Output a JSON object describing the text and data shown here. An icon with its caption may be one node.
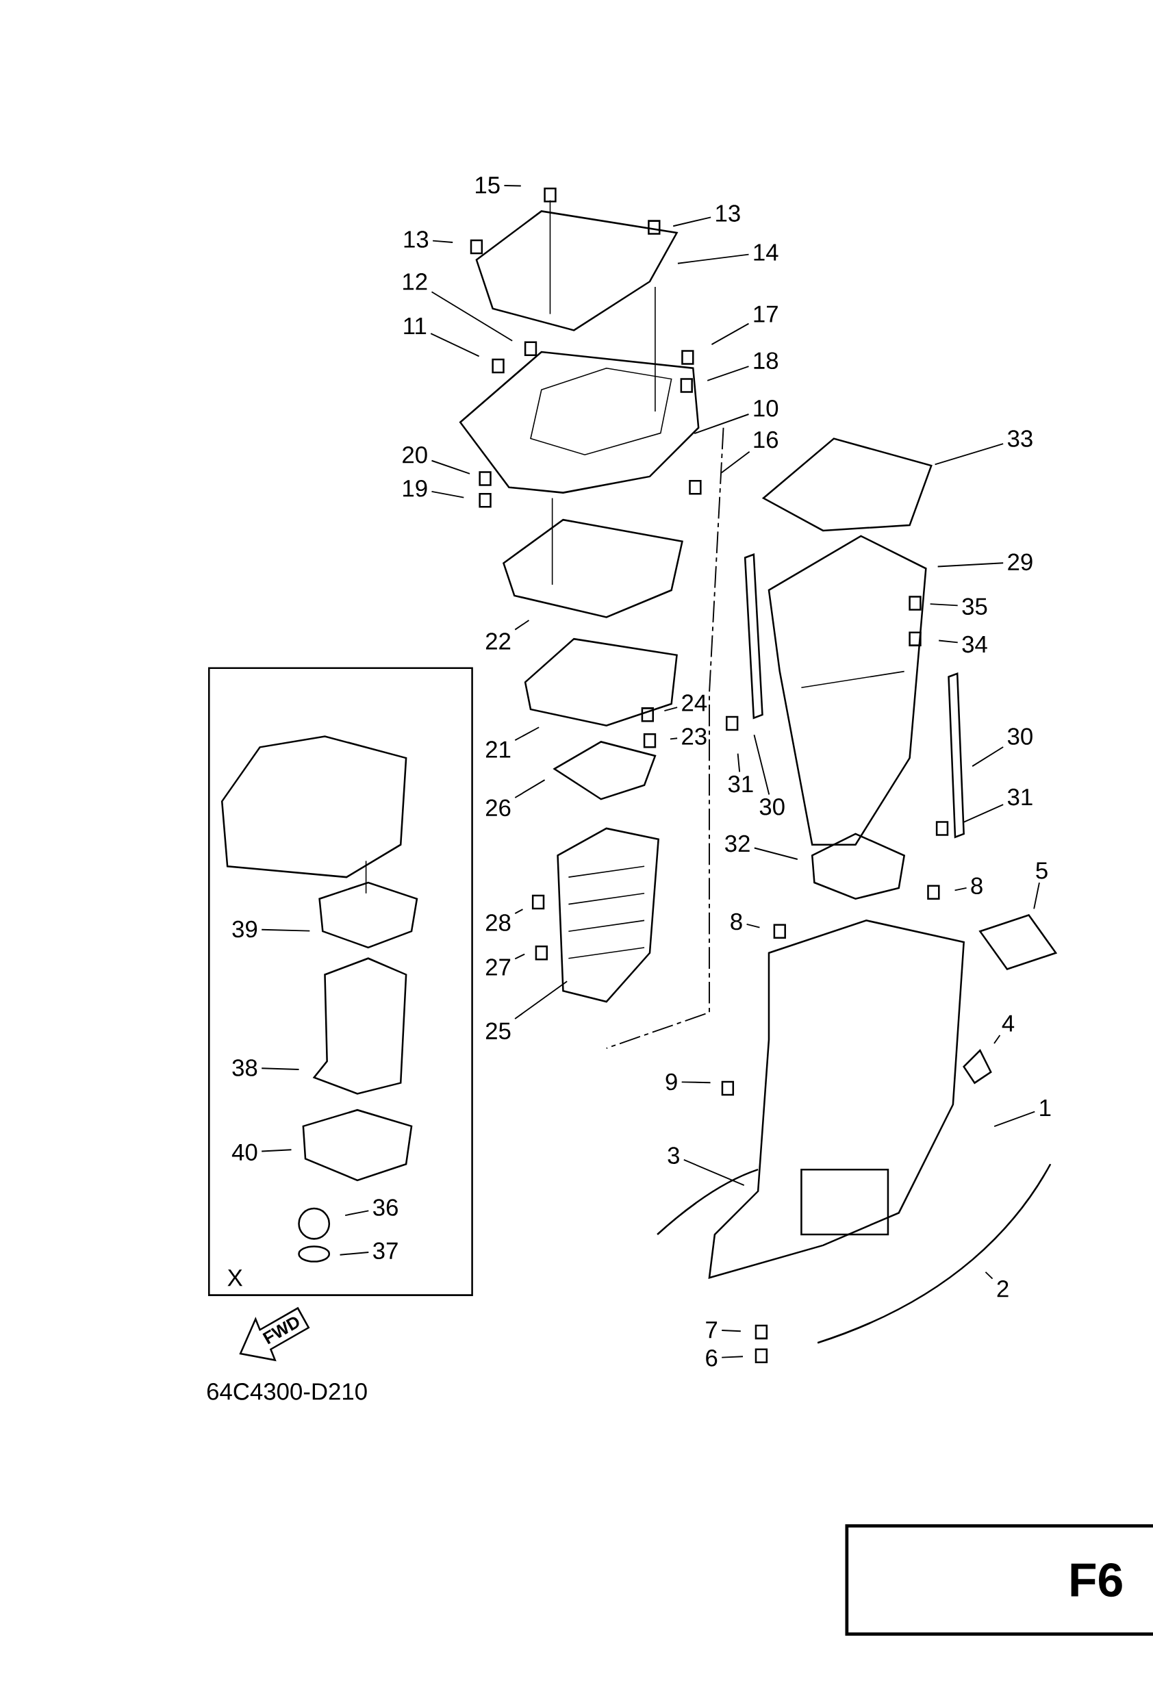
{
  "diagram": {
    "nodes": [
      {
        "text": [
          "15"
        ]
      },
      {
        "text": [
          "13"
        ]
      },
      {
        "text": [
          "13"
        ]
      },
      {
        "text": [
          "14"
        ]
      },
      {
        "text": [
          "12"
        ]
      },
      {
        "text": [
          "11"
        ]
      },
      {
        "text": [
          "17"
        ]
      },
      {
        "text": [
          "18"
        ]
      },
      {
        "text": [
          "10"
        ]
      },
      {
        "text": [
          "16"
        ]
      },
      {
        "text": [
          "20"
        ]
      },
      {
        "text": [
          "19"
        ]
      },
      {
        "text": [
          "33"
        ]
      },
      {
        "text": [
          "29"
        ]
      },
      {
        "text": [
          "35"
        ]
      },
      {
        "text": [
          "34"
        ]
      },
      {
        "text": [
          "22"
        ]
      },
      {
        "text": [
          "24"
        ]
      },
      {
        "text": [
          "23"
        ]
      },
      {
        "text": [
          "21"
        ]
      },
      {
        "text": [
          "31"
        ]
      },
      {
        "text": [
          "30"
        ]
      },
      {
        "text": [
          "30"
        ]
      },
      {
        "text": [
          "31"
        ]
      },
      {
        "text": [
          "26"
        ]
      },
      {
        "text": [
          "32"
        ]
      },
      {
        "text": [
          "5"
        ]
      },
      {
        "text": [
          "8"
        ]
      },
      {
        "text": [
          "8"
        ]
      },
      {
        "text": [
          "28"
        ]
      },
      {
        "text": [
          "27"
        ]
      },
      {
        "text": [
          "25"
        ]
      },
      {
        "text": [
          "4"
        ]
      },
      {
        "text": [
          "39"
        ]
      },
      {
        "text": [
          "38"
        ]
      },
      {
        "text": [
          "9"
        ]
      },
      {
        "text": [
          "1"
        ]
      },
      {
        "text": [
          "40"
        ]
      },
      {
        "text": [
          "3"
        ]
      },
      {
        "text": [
          "36"
        ]
      },
      {
        "text": [
          "37"
        ]
      },
      {
        "text": [
          "2"
        ]
      },
      {
        "text": [
          "7"
        ]
      },
      {
        "text": [
          "6"
        ]
      }
    ],
    "edges": [
      {
        "from": 0,
        "to": null,
        "arrow": "none"
      },
      {
        "from": 1,
        "to": null,
        "arrow": "none"
      },
      {
        "from": 2,
        "to": null,
        "arrow": "none"
      },
      {
        "from": 3,
        "to": null,
        "arrow": "none"
      },
      {
        "from": 4,
        "to": null,
        "arrow": "none"
      },
      {
        "from": 5,
        "to": null,
        "arrow": "none"
      },
      {
        "from": 6,
        "to": null,
        "arrow": "none"
      },
      {
        "from": 7,
        "to": null,
        "arrow": "none"
      },
      {
        "from": 8,
        "to": null,
        "arrow": "none"
      },
      {
        "from": 9,
        "to": null,
        "arrow": "none"
      },
      {
        "from": 10,
        "to": null,
        "arrow": "none"
      },
      {
        "from": 11,
        "to": null,
        "arrow": "none"
      },
      {
        "from": 12,
        "to": null,
        "arrow": "none"
      },
      {
        "from": 13,
        "to": null,
        "arrow": "none"
      },
      {
        "from": 14,
        "to": null,
        "arrow": "none"
      },
      {
        "from": 15,
        "to": null,
        "arrow": "none"
      },
      {
        "from": 16,
        "to": null,
        "arrow": "none"
      },
      {
        "from": 17,
        "to": null,
        "arrow": "none"
      },
      {
        "from": 18,
        "to": null,
        "arrow": "none"
      },
      {
        "from": 19,
        "to": null,
        "arrow": "none"
      },
      {
        "from": 20,
        "to": null,
        "arrow": "none"
      },
      {
        "from": 21,
        "to": null,
        "arrow": "none"
      },
      {
        "from": 22,
        "to": null,
        "arrow": "none"
      },
      {
        "from": 23,
        "to": null,
        "arrow": "none"
      },
      {
        "from": 24,
        "to": null,
        "arrow": "none"
      },
      {
        "from": 25,
        "to": null,
        "arrow": "none"
      },
      {
        "from": 26,
        "to": null,
        "arrow": "none"
      },
      {
        "from": 27,
        "to": null,
        "arrow": "none"
      },
      {
        "from": 28,
        "to": null,
        "arrow": "none"
      },
      {
        "from": 29,
        "to": null,
        "arrow": "none"
      },
      {
        "from": 30,
        "to": null,
        "arrow": "none"
      },
      {
        "from": 31,
        "to": null,
        "arrow": "none"
      },
      {
        "from": 32,
        "to": null,
        "arrow": "none"
      },
      {
        "from": 33,
        "to": null,
        "arrow": "none"
      },
      {
        "from": 34,
        "to": null,
        "arrow": "none"
      },
      {
        "from": 35,
        "to": null,
        "arrow": "none"
      },
      {
        "from": 36,
        "to": null,
        "arrow": "none"
      },
      {
        "from": 37,
        "to": null,
        "arrow": "none"
      },
      {
        "from": 38,
        "to": null,
        "arrow": "none"
      },
      {
        "from": 39,
        "to": null,
        "arrow": "none"
      },
      {
        "from": 40,
        "to": null,
        "arrow": "none"
      },
      {
        "from": 41,
        "to": null,
        "arrow": "none"
      },
      {
        "from": 42,
        "to": null,
        "arrow": "none"
      },
      {
        "from": 43,
        "to": null,
        "arrow": "none"
      }
    ],
    "labels": [
      "X",
      "FWD",
      "64C4300-D210",
      "F6"
    ]
  }
}
